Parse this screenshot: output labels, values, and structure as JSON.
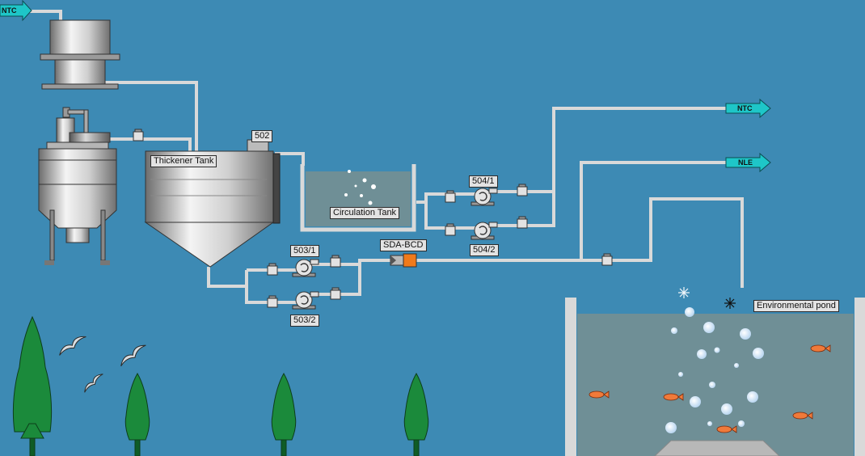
{
  "arrows": {
    "ntc_top": "NTC",
    "ntc_right": "NTC",
    "nle_right": "NLE"
  },
  "labels": {
    "thickener_tank": "Thickener Tank",
    "tank_tag": "502",
    "circulation_tank": "Circulation Tank",
    "pump_504_1": "504/1",
    "pump_504_2": "504/2",
    "pump_503_1": "503/1",
    "pump_503_2": "503/2",
    "sda_bcd": "SDA-BCD",
    "environmental_pond": "Environmental pond"
  },
  "colors": {
    "background": "#3d8ab4",
    "pipe": "#d9d9d9",
    "water": "#6f8f96",
    "arrow": "#1ec6c8",
    "tree": "#1b8a3b",
    "fish": "#f07a3a"
  }
}
